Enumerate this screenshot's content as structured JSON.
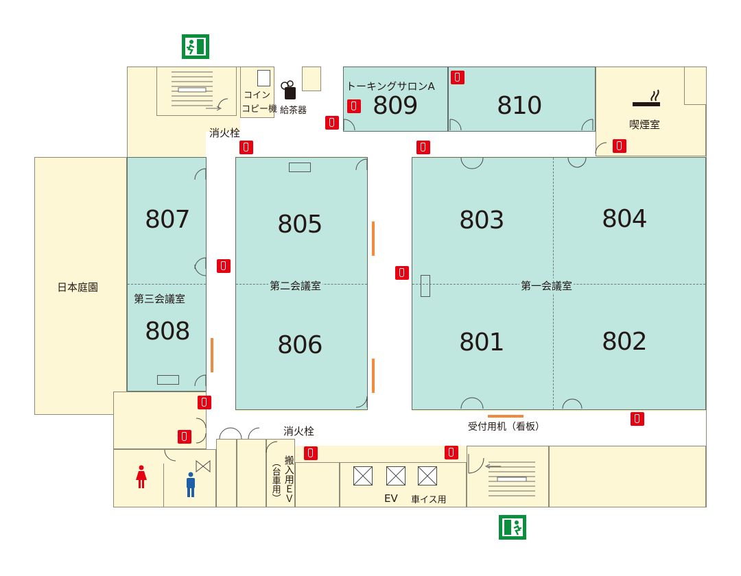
{
  "rooms": {
    "r807": "807",
    "r808": "808",
    "r805": "805",
    "r806": "806",
    "r803": "803",
    "r804": "804",
    "r801": "801",
    "r802": "802",
    "r809": "809",
    "r810": "810"
  },
  "labels": {
    "talking_salon": "トーキングサロンA",
    "conf1": "第一会議室",
    "conf2": "第二会議室",
    "conf3": "第三会議室",
    "garden": "日本庭園",
    "smoking": "喫煙室",
    "coin_copy_1": "コイン",
    "coin_copy_2": "コピー機",
    "tea": "給茶器",
    "hydrant_top": "消火栓",
    "hydrant_bottom": "消火栓",
    "reception": "受付用机（看板）",
    "ev": "EV",
    "wheelchair": "車イス用",
    "freight_ev": "搬入用ＥＶ",
    "freight_note": "（台車用）"
  },
  "icons": {
    "emergency_exit": "emergency-exit-icon",
    "fire_extinguisher": "fire-extinguisher-icon",
    "smoking": "smoking-icon",
    "tea": "tea-server-icon",
    "womens": "womens-restroom-icon",
    "mens": "mens-restroom-icon"
  },
  "colors": {
    "room": "#bfe6df",
    "beige": "#fdf7d5",
    "extinguisher": "#e60012",
    "exit": "#0a8f3c",
    "marker": "#f08a3c",
    "womens": "#e60012",
    "mens": "#1f5fa8"
  }
}
